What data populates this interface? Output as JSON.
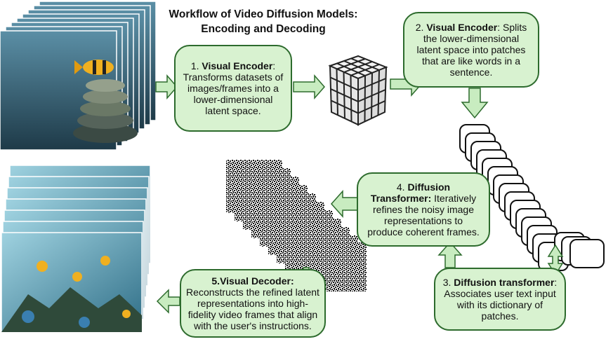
{
  "title": {
    "line1": "Workflow of Video Diffusion Models:",
    "line2": "Encoding and Decoding"
  },
  "steps": [
    {
      "number": "1.",
      "label": "Visual Encoder",
      "text": "Transforms datasets of images/frames into a lower-dimensional latent space."
    },
    {
      "number": "2.",
      "label": "Visual Encoder",
      "text": "Splits the lower-dimensional latent space into patches that are like words in a sentence."
    },
    {
      "number": "3.",
      "label": "Diffusion transformer",
      "text": "Associates user text input with its dictionary of patches."
    },
    {
      "number": "4.",
      "label": "Diffusion Transformer:",
      "text": "Iteratively refines the noisy image representations to produce coherent frames."
    },
    {
      "number": "5.",
      "label": "Visual Decoder:",
      "text": "Reconstructs the refined latent representations into high-fidelity video frames that align with the user's instructions."
    }
  ],
  "colors": {
    "box_fill": "#d8f2d0",
    "box_border": "#2d6b2d",
    "arrow_fill": "#c8ecc0"
  }
}
